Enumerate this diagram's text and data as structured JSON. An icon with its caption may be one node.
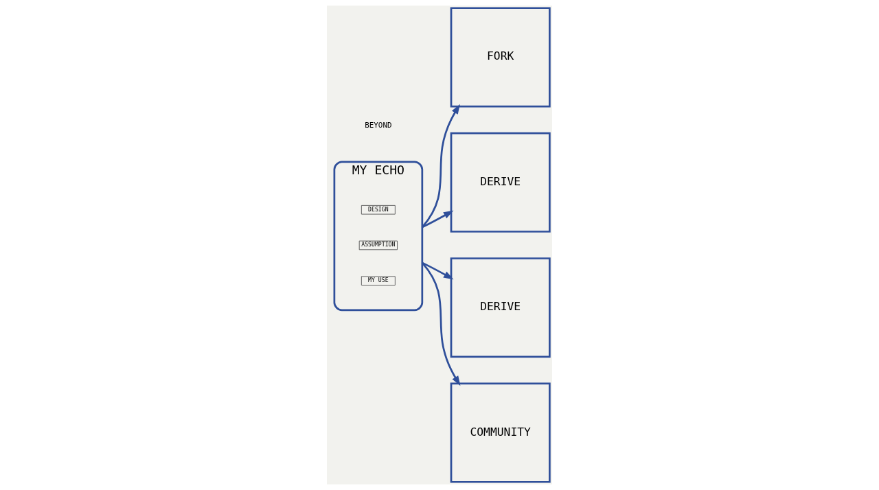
{
  "diagram": {
    "nodes": [
      {
        "text": [
          "FORK"
        ]
      },
      {
        "text": [
          "DERIVE"
        ]
      },
      {
        "text": [
          "MY ECHO"
        ]
      },
      {
        "text": [
          "DESIGN"
        ],
        "in": 2
      },
      {
        "text": [
          "ASSUMPTION"
        ],
        "in": 2
      },
      {
        "text": [
          "MY USE"
        ],
        "in": 2
      },
      {
        "text": [
          "DERIVE"
        ]
      },
      {
        "text": [
          "COMMUNITY"
        ]
      }
    ],
    "edges": [
      {
        "from": 2,
        "to": 0,
        "arrow": "to"
      },
      {
        "from": 2,
        "to": 1,
        "arrow": "to"
      },
      {
        "from": 2,
        "to": 6,
        "arrow": "to"
      },
      {
        "from": 2,
        "to": 7,
        "arrow": "to"
      }
    ],
    "labels": [
      "BEYOND"
    ]
  }
}
